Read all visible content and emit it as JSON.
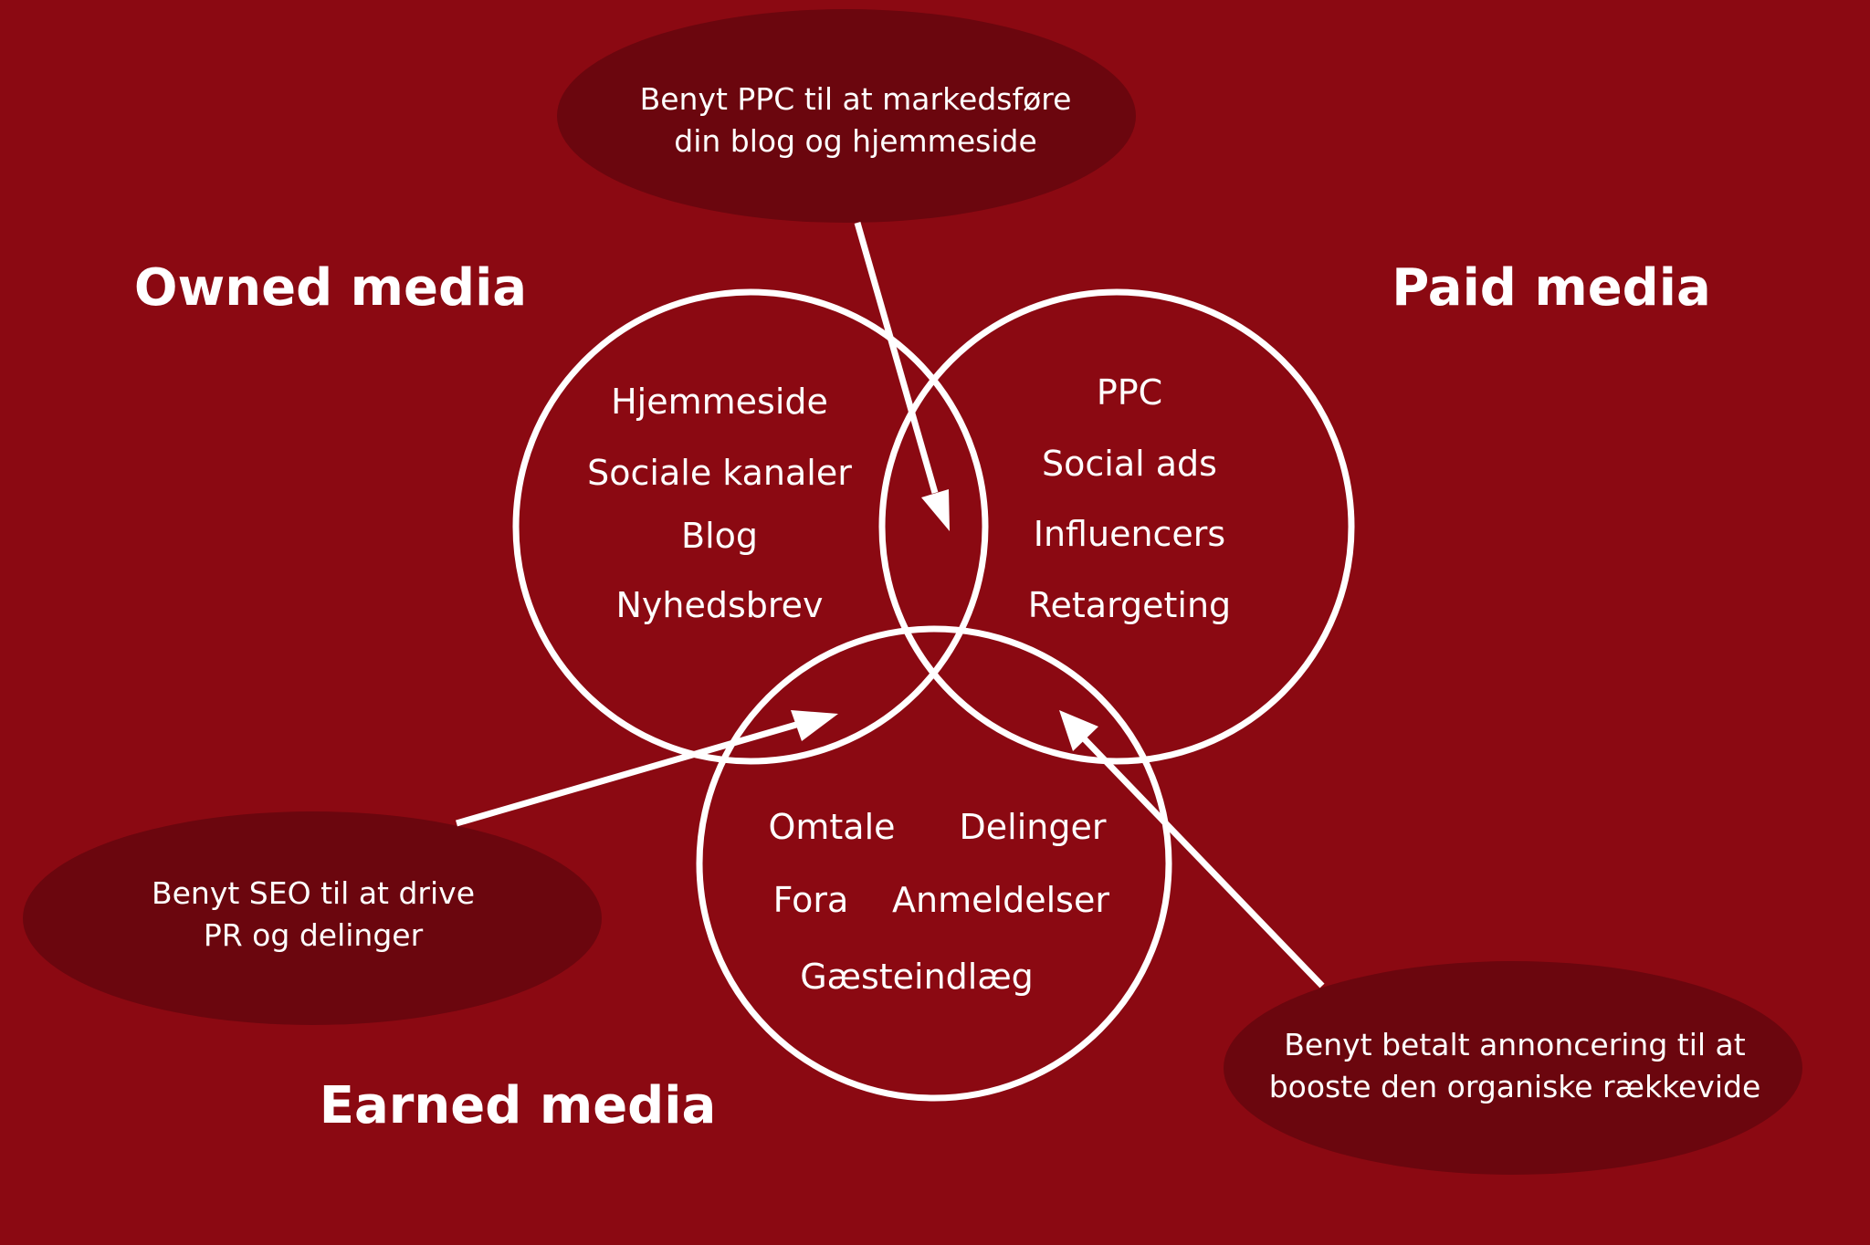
{
  "colors": {
    "background": "#8b0912",
    "bubble": "#6b060e",
    "stroke": "#ffffff",
    "text": "#ffffff"
  },
  "headings": {
    "owned": "Owned media",
    "paid": "Paid media",
    "earned": "Earned media"
  },
  "owned_items": [
    "Hjemmeside",
    "Sociale kanaler",
    "Blog",
    "Nyhedsbrev"
  ],
  "paid_items": [
    "PPC",
    "Social ads",
    "Influencers",
    "Retargeting"
  ],
  "earned_items": [
    "Omtale",
    "Delinger",
    "Fora",
    "Anmeldelser",
    "Gæsteindlæg"
  ],
  "callouts": {
    "ppc": [
      "Benyt PPC til at markedsføre",
      "din blog og hjemmeside"
    ],
    "seo": [
      "Benyt SEO til at drive",
      "PR og delinger"
    ],
    "paid_ads": [
      "Benyt betalt annoncering til at",
      "booste den organiske rækkevide"
    ]
  }
}
